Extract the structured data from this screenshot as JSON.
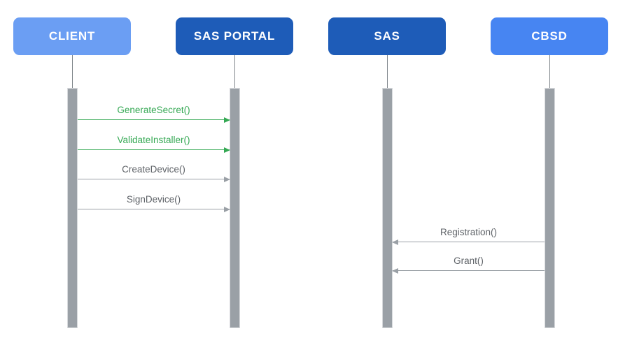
{
  "diagram": {
    "type": "sequence-diagram",
    "background_color": "#ffffff",
    "actors": [
      {
        "label": "CLIENT",
        "color": "#6b9ef3",
        "text_color": "#ffffff"
      },
      {
        "label": "SAS PORTAL",
        "color": "#1e5cb8",
        "text_color": "#ffffff"
      },
      {
        "label": "SAS",
        "color": "#1e5cb8",
        "text_color": "#ffffff"
      },
      {
        "label": "CBSD",
        "color": "#4785f2",
        "text_color": "#ffffff"
      }
    ],
    "lifeline_color": "#80868b",
    "activation_bar_color": "#9aa0a6",
    "messages": [
      {
        "label": "GenerateSecret()",
        "from": "CLIENT",
        "to": "SAS PORTAL",
        "direction": "right",
        "line_color": "#34a853",
        "label_color": "#34a853"
      },
      {
        "label": "ValidateInstaller()",
        "from": "CLIENT",
        "to": "SAS PORTAL",
        "direction": "right",
        "line_color": "#34a853",
        "label_color": "#34a853"
      },
      {
        "label": "CreateDevice()",
        "from": "CLIENT",
        "to": "SAS PORTAL",
        "direction": "right",
        "line_color": "#9aa0a6",
        "label_color": "#5f6368"
      },
      {
        "label": "SignDevice()",
        "from": "CLIENT",
        "to": "SAS PORTAL",
        "direction": "right",
        "line_color": "#9aa0a6",
        "label_color": "#5f6368"
      },
      {
        "label": "Registration()",
        "from": "CBSD",
        "to": "SAS",
        "direction": "left",
        "line_color": "#9aa0a6",
        "label_color": "#5f6368"
      },
      {
        "label": "Grant()",
        "from": "CBSD",
        "to": "SAS",
        "direction": "left",
        "line_color": "#9aa0a6",
        "label_color": "#5f6368"
      }
    ]
  }
}
